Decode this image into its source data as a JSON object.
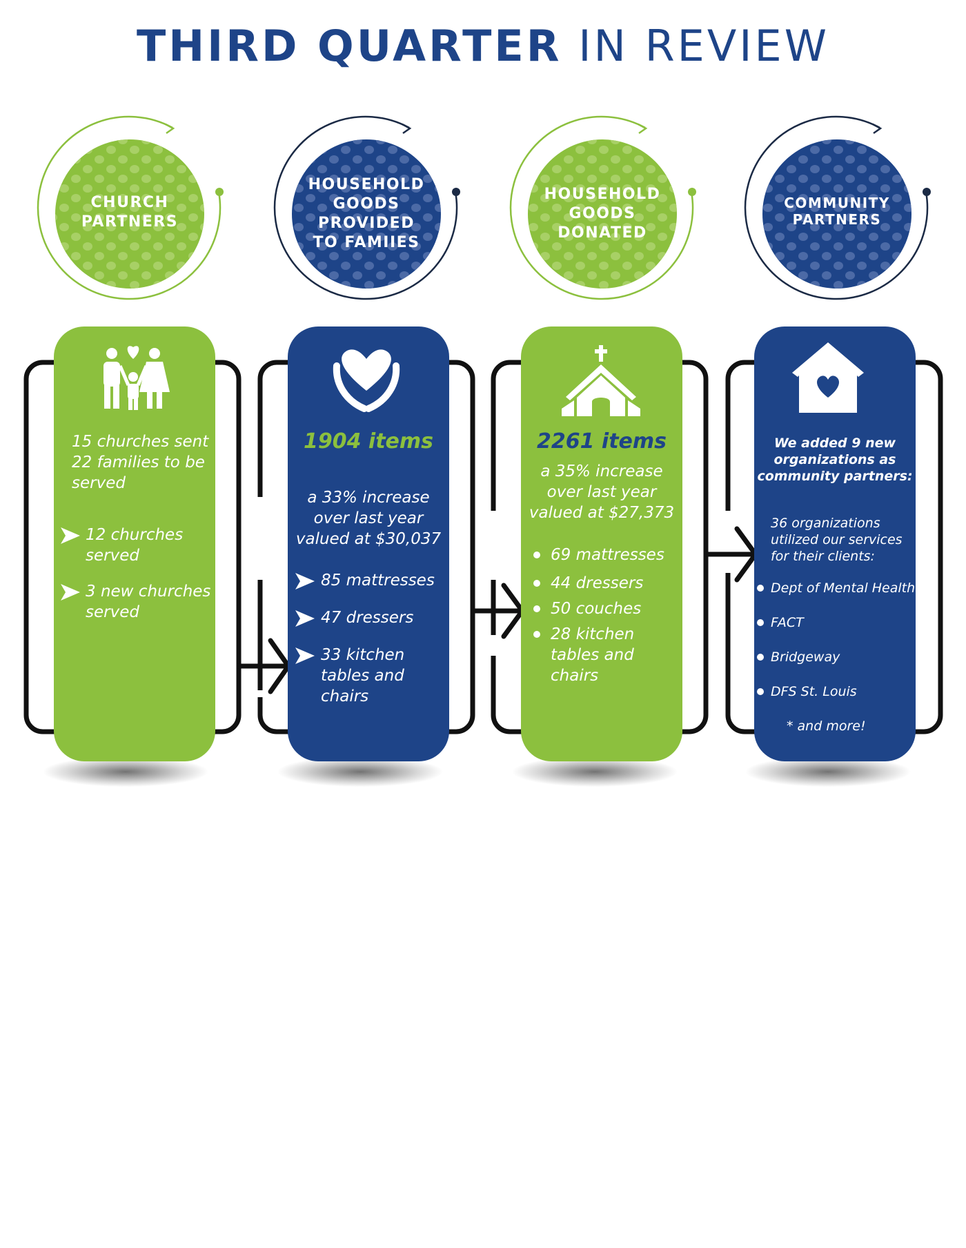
{
  "title": {
    "bold": "THIRD QUARTER",
    "light": "IN REVIEW"
  },
  "colors": {
    "green": "#8cc03e",
    "blue": "#1e4488",
    "dark": "#1b2a45",
    "text_white": "#ffffff",
    "connector": "#111111"
  },
  "stages": [
    {
      "circle_label": [
        "CHURCH",
        "PARTNERS"
      ],
      "icon": "family-heart-icon",
      "lead": [
        "15 churches sent",
        "22 families to be",
        "served"
      ],
      "items": [
        [
          "12 churches",
          "served"
        ],
        [
          "3 new churches",
          "served"
        ]
      ]
    },
    {
      "circle_label": [
        "HOUSEHOLD",
        "GOODS",
        "PROVIDED",
        "TO FAMIIES"
      ],
      "icon": "hands-heart-icon",
      "headline": "1904 items",
      "lead": [
        "a 33% increase",
        "over last year",
        "valued at $30,037"
      ],
      "items": [
        [
          "85 mattresses"
        ],
        [
          "47 dressers"
        ],
        [
          "33 kitchen",
          "tables and",
          "chairs"
        ]
      ]
    },
    {
      "circle_label": [
        "HOUSEHOLD",
        "GOODS",
        "DONATED"
      ],
      "icon": "church-icon",
      "headline": "2261 items",
      "lead": [
        "a 35% increase",
        "over last year",
        "valued at $27,373"
      ],
      "items": [
        [
          "69 mattresses"
        ],
        [
          "44 dressers"
        ],
        [
          "50 couches"
        ],
        [
          "28 kitchen",
          "tables and",
          "chairs"
        ]
      ]
    },
    {
      "circle_label": [
        "COMMUNITY",
        "PARTNERS"
      ],
      "icon": "house-heart-icon",
      "lead": [
        "We added 9 new",
        "organizations as",
        "community partners:"
      ],
      "sub": [
        "36 organizations",
        "utilized our services",
        "for their clients:"
      ],
      "items": [
        [
          "Dept of Mental Health"
        ],
        [
          "FACT"
        ],
        [
          "Bridgeway"
        ],
        [
          "DFS St. Louis"
        ]
      ],
      "footer": "* and more!"
    }
  ]
}
